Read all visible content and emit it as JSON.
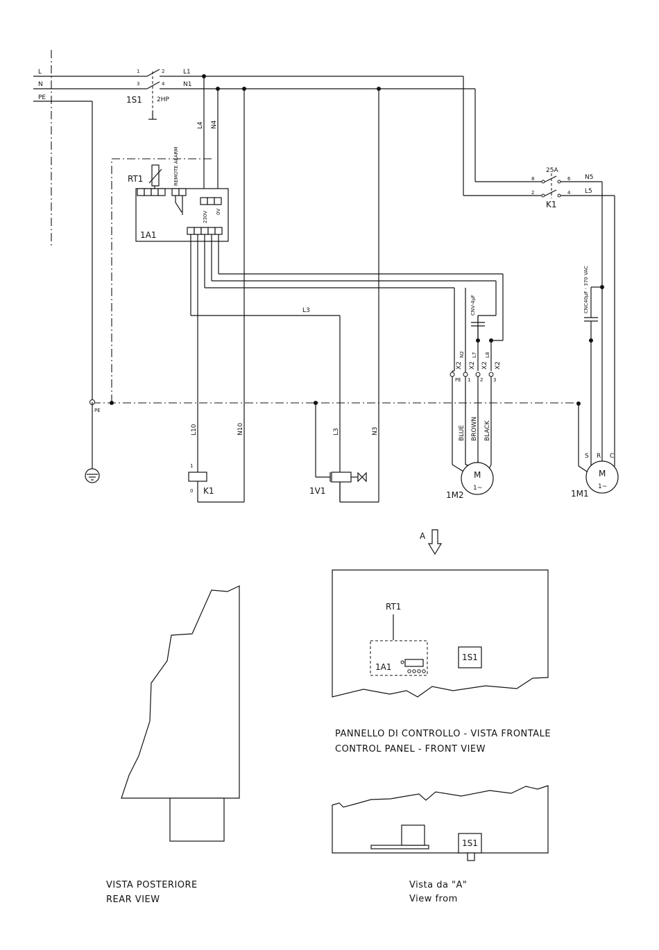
{
  "mains": {
    "L": "L",
    "N": "N",
    "PE": "PE"
  },
  "switch_1S1": {
    "name": "1S1",
    "rating": "2HP",
    "t1": "1",
    "t2": "2",
    "t3": "3",
    "t4": "4"
  },
  "wires": {
    "L1": "L1",
    "N1": "N1",
    "L4": "L4",
    "N4": "N4",
    "L3": "L3",
    "L10": "L10",
    "N10": "N10",
    "N3": "N3",
    "N5": "N5",
    "L5": "L5",
    "N2": "N2",
    "L7": "L7",
    "L8": "L8",
    "PE": "PE"
  },
  "controller": {
    "name": "1A1",
    "sensor": "RT1",
    "alarm": "REMOTE ALARM",
    "v230": "230V",
    "v0": "0V"
  },
  "contactor_K1": {
    "name": "K1",
    "rating": "25A",
    "t8": "8",
    "t6": "6",
    "t2": "2",
    "t4": "4",
    "coil_1": "1",
    "coil_0": "0"
  },
  "terminals": {
    "x2": "X2",
    "pe": "PE",
    "n1": "1",
    "n2": "2",
    "n3": "3"
  },
  "capacitors": {
    "c1": "CNV-4μF",
    "c2": "CNC40μF - 370 VAC"
  },
  "motor_1M2": {
    "name": "1M2",
    "symbol": "M",
    "phase": "1~",
    "wire_blue": "BLUE",
    "wire_brown": "BROWN",
    "wire_black": "BLACK"
  },
  "motor_1M1": {
    "name": "1M1",
    "symbol": "M",
    "phase": "1~",
    "s": "S",
    "r": "R",
    "c": "C"
  },
  "valve": {
    "name": "1V1"
  },
  "views": {
    "arrow_label": "A",
    "front_rt1": "RT1",
    "front_1a1": "1A1",
    "front_1s1": "1S1",
    "front_caption_it": "PANNELLO DI CONTROLLO - VISTA FRONTALE",
    "front_caption_en": "CONTROL PANEL - FRONT VIEW",
    "side_1s1": "1S1",
    "side_caption_it": "Vista da \"A\"",
    "side_caption_en": "View from",
    "rear_caption_it": "VISTA POSTERIORE",
    "rear_caption_en": "REAR VIEW"
  }
}
